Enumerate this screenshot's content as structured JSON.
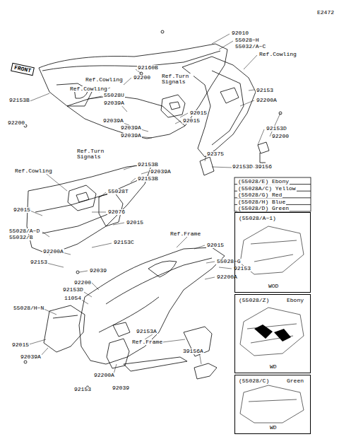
{
  "diagram": {
    "nodes": [
      {
        "text": [
          "(55028/A~1)",
          "WOD"
        ]
      },
      {
        "text": [
          "(55028/Z)",
          "Ebony",
          "WD"
        ]
      },
      {
        "text": [
          "(55028/C)",
          "Green",
          "WD"
        ]
      }
    ],
    "labels": [
      "E2472",
      "FRONT",
      "92010",
      "55028~H",
      "55032/A~C",
      "Ref.Cowling",
      "92160B",
      "92200",
      "Ref.Cowling",
      "Ref.Cowling",
      "Ref.Turn Signals",
      "55028U",
      "92039A",
      "92153B",
      "92200",
      "92039A",
      "92039A",
      "92039A",
      "92015",
      "92015",
      "92200A",
      "92153",
      "92153D",
      "92200",
      "92375",
      "92153D",
      "39156",
      "Ref.Turn Signals",
      "92153B",
      "92039A",
      "92153B",
      "Ref.Cowling",
      "55028T",
      "92015",
      "92076",
      "92015",
      "55028/A~D",
      "55032/B",
      "92153C",
      "92200A",
      "92153",
      "92039",
      "92200",
      "92153D",
      "11054",
      "55028/H~N",
      "92015",
      "92039A",
      "92200A",
      "92153",
      "92039",
      "Ref.Frame",
      "92015",
      "55028~G",
      "92153",
      "92200A",
      "92153A",
      "Ref.Frame",
      "39156A",
      "(55028/E) Ebony",
      "(55028A/C) Yellow",
      "(55028/G) Red",
      "(55028/H) Blue",
      "(55028/D) Green"
    ]
  }
}
